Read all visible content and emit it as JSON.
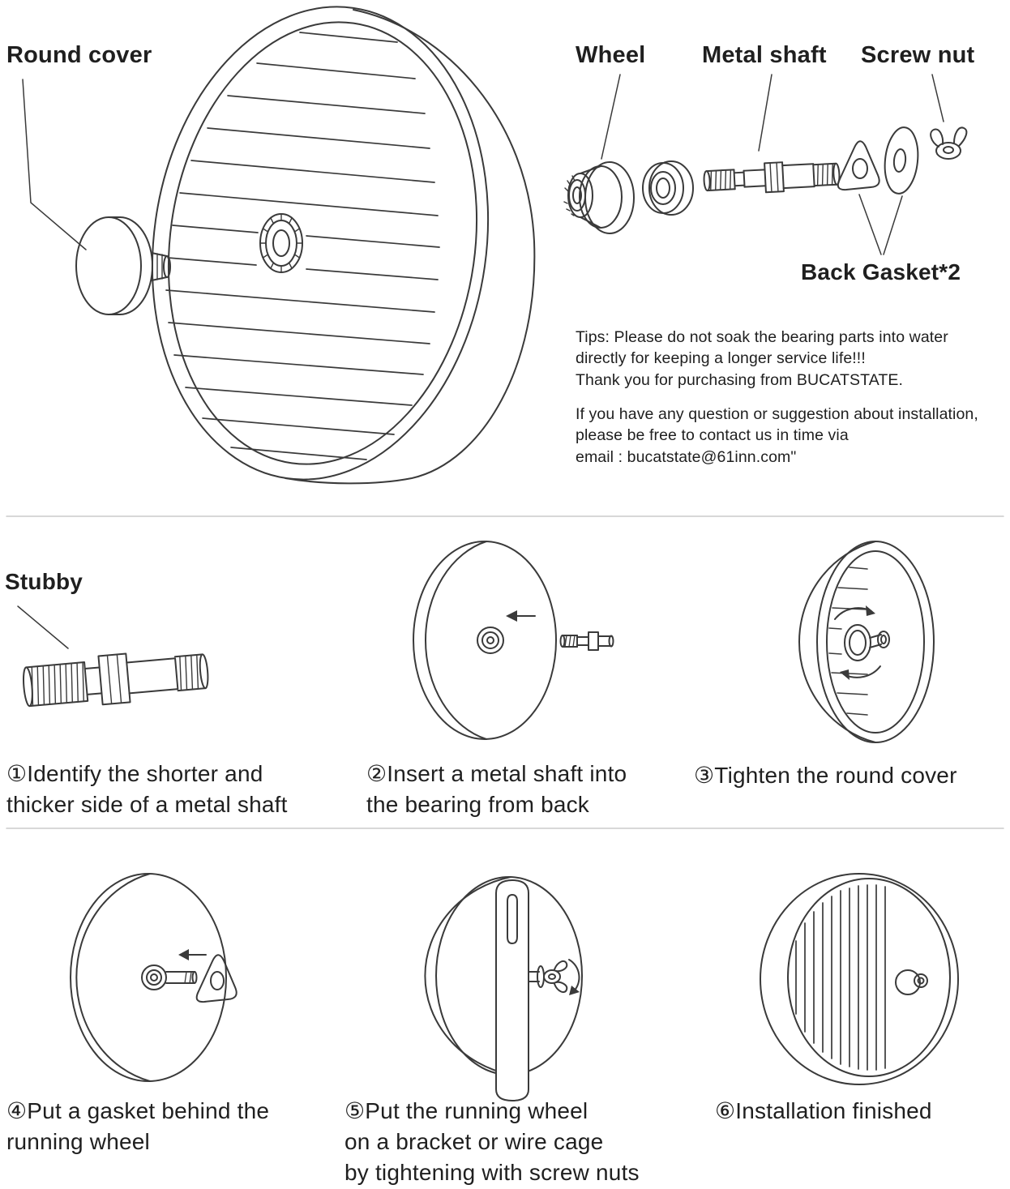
{
  "page": {
    "bg_color": "#ffffff",
    "ink_color": "#3a3a3a",
    "text_color": "#1f1f1f",
    "divider_color": "#cccccc"
  },
  "part_labels": {
    "round_cover": "Round cover",
    "wheel": "Wheel",
    "metal_shaft": "Metal shaft",
    "screw_nut": "Screw nut",
    "back_gasket": "Back Gasket*2",
    "stubby": "Stubby"
  },
  "notes": {
    "tips": "Tips: Please do not soak the bearing parts into water\ndirectly for keeping a longer service life!!!\nThank you for purchasing from BUCATSTATE.",
    "contact": "If you have any question or suggestion about installation,\nplease be free to contact us in time via\nemail :  bucatstate@61inn.com\""
  },
  "steps": [
    {
      "label": "①Identify the shorter and\nthicker side of a metal shaft"
    },
    {
      "label": "②Insert a metal shaft into\nthe bearing from back"
    },
    {
      "label": "③Tighten the round cover"
    },
    {
      "label": "④Put a gasket behind the\nrunning wheel"
    },
    {
      "label": "⑤Put the running wheel\non a bracket or wire cage\nby tightening with screw nuts"
    },
    {
      "label": "⑥Installation finished"
    }
  ]
}
